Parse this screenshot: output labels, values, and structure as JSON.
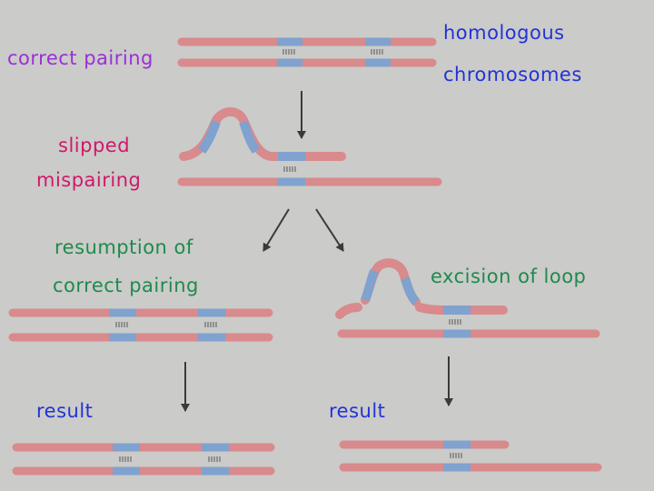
{
  "labels": {
    "correct_pairing": "correct pairing",
    "homologous_line1": "homologous",
    "homologous_line2": "chromosomes",
    "slipped_line1": "slipped",
    "slipped_line2": "mispairing",
    "resumption_line1": "resumption of",
    "resumption_line2": "correct pairing",
    "excision": "excision of loop",
    "result_left": "result",
    "result_right": "result"
  },
  "colors": {
    "background": "#cbcbc9",
    "chromosome": "#d98a8c",
    "chromosome_edge": "#b25c62",
    "repeat": "#7fa2cf",
    "purple_text": "#9a2fd6",
    "magenta_text": "#d0186a",
    "green_text": "#1f8a4c",
    "blue_text": "#2233d6",
    "arrow": "#3a3a3a"
  }
}
